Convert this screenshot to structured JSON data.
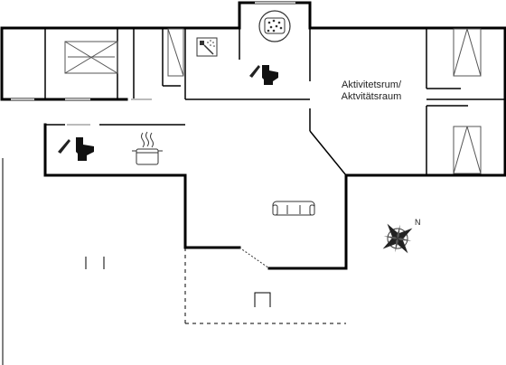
{
  "floorplan": {
    "rooms": [
      {
        "name": "activity-room",
        "label_line1": "Aktivitetsrum/",
        "label_line2": "Aktvitätsraum"
      }
    ],
    "compass": {
      "north_label": "N"
    },
    "icons": [
      "toilet-icon",
      "toilet-icon",
      "shower-icon",
      "whirlpool-icon",
      "cooking-pot-icon",
      "sofa-icon",
      "compass-rose-icon",
      "bed-icon",
      "bed-icon",
      "bed-icon"
    ],
    "colors": {
      "wall": "#000000",
      "background": "#ffffff",
      "furniture": "#555555",
      "window": "#bbbbbb"
    }
  }
}
